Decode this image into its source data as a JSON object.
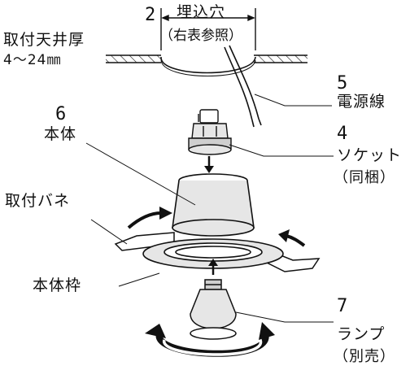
{
  "colors": {
    "line": "#111111",
    "fill_light": "#e6e6e6",
    "fill_mid": "#cfcfcf",
    "background": "#ffffff"
  },
  "ceiling": {
    "cutout_number": "2",
    "cutout_label": "埋込穴",
    "cutout_note": "（右表参照）",
    "thickness_label": "取付天井厚",
    "thickness_range": "4～24㎜"
  },
  "parts": {
    "cable": {
      "number": "5",
      "label": "電源線"
    },
    "socket": {
      "number": "4",
      "label": "ソケット",
      "note": "（同梱）"
    },
    "body": {
      "number": "6",
      "label": "本体"
    },
    "spring": {
      "label": "取付バネ"
    },
    "frame": {
      "label": "本体枠"
    },
    "lamp": {
      "number": "7",
      "label": "ランプ",
      "note": "（別売）"
    }
  },
  "icons": [
    "push-up-arrow-icon",
    "rotate-arrow-icon",
    "spring-swing-arrow-icon"
  ]
}
